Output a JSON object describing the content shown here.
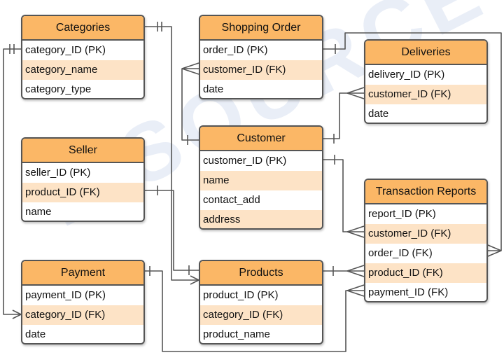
{
  "watermark": "ITSOURCECODE",
  "colors": {
    "header": "#fbb766",
    "alt_row": "#fde3c6",
    "border": "#555555",
    "line": "#555555"
  },
  "entities": {
    "categories": {
      "title": "Categories",
      "fields": [
        "category_ID (PK)",
        "category_name",
        "category_type"
      ]
    },
    "shopping_order": {
      "title": "Shopping Order",
      "fields": [
        "order_ID (PK)",
        "customer_ID (FK)",
        "date"
      ]
    },
    "deliveries": {
      "title": "Deliveries",
      "fields": [
        "delivery_ID (PK)",
        "customer_ID (FK)",
        "date"
      ]
    },
    "seller": {
      "title": "Seller",
      "fields": [
        "seller_ID (PK)",
        "product_ID (FK)",
        "name"
      ]
    },
    "customer": {
      "title": "Customer",
      "fields": [
        "customer_ID (PK)",
        "name",
        "contact_add",
        "address"
      ]
    },
    "transaction_reports": {
      "title": "Transaction Reports",
      "fields": [
        "report_ID (PK)",
        "customer_ID (FK)",
        "order_ID (FK)",
        "product_ID (FK)",
        "payment_ID (FK)"
      ]
    },
    "payment": {
      "title": "Payment",
      "fields": [
        "payment_ID (PK)",
        "category_ID (FK)",
        "date"
      ]
    },
    "products": {
      "title": "Products",
      "fields": [
        "product_ID (PK)",
        "category_ID (FK)",
        "product_name"
      ]
    }
  }
}
